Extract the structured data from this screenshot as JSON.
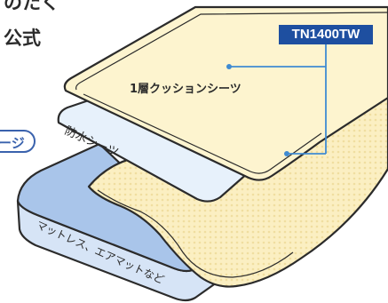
{
  "heading": {
    "line1": "のたく",
    "line2": "公式"
  },
  "model_label": "TN1400TW",
  "pill_text": "ージ",
  "layers": {
    "top": "1層クッションシーツ",
    "middle": "防水シーツ",
    "bottom": "マットレス、エアマットなど"
  },
  "colors": {
    "cushion_fill": "#fdf4cf",
    "cushion_dot": "#f2e3a6",
    "waterproof_fill": "#e7f1fb",
    "mattress_top": "#a9c5ea",
    "mattress_side": "#d6e4f6",
    "outline": "#2b2b2b",
    "accent_blue": "#1e4fa0",
    "leader_blue": "#3f8bd2"
  }
}
